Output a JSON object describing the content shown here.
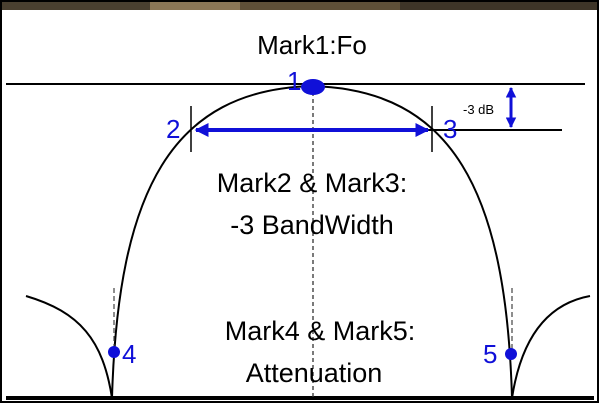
{
  "title": "Mark1:Fo",
  "markers": {
    "m1": "1",
    "m2": "2",
    "m3": "3",
    "m4": "4",
    "m5": "5"
  },
  "db_label": "-3 dB",
  "bandwidth_text": {
    "line1": "Mark2 & Mark3:",
    "line2": "-3 BandWidth"
  },
  "attenuation_text": {
    "line1": "Mark4 & Mark5:",
    "line2": "Attenuation"
  },
  "colors": {
    "marker": "#1010d8",
    "curve": "#000000",
    "frame": "#000000",
    "top_strip": "#5a4a32"
  }
}
